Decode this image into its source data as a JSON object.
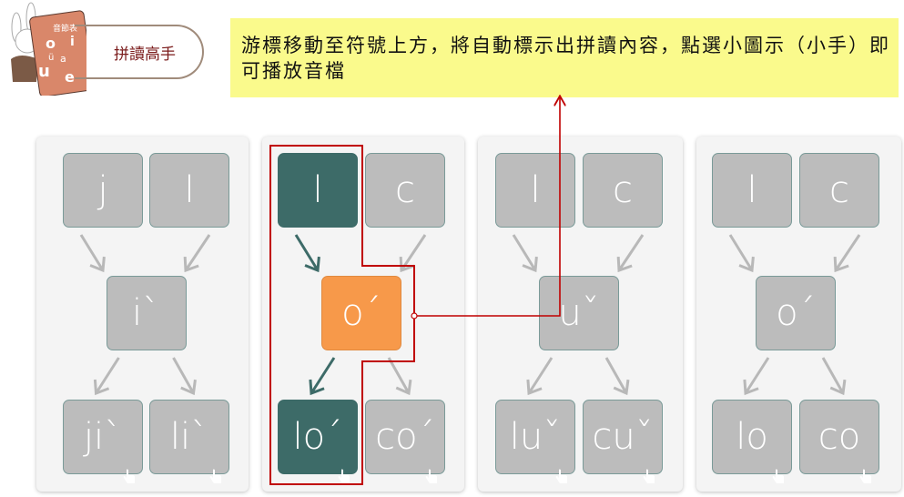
{
  "header": {
    "title": "拼讀高手",
    "logo_text": "音節表",
    "logo_letters": [
      "o",
      "i",
      "ü",
      "a",
      "u",
      "e"
    ]
  },
  "instruction": "游標移動至符號上方，將自動標示出拼讀內容，點選小圖示（小手）即可播放音檔",
  "colors": {
    "dark": "#3d6b68",
    "orange": "#f7994a",
    "gray": "#bcbcbc",
    "highlight": "#c00000",
    "callout": "#fafa8c"
  },
  "columns": [
    {
      "top": [
        "j",
        "l"
      ],
      "middle": "i`",
      "bottom": [
        "ji`",
        "li`"
      ],
      "active": false
    },
    {
      "top": [
        "l",
        "c"
      ],
      "middle": "o´",
      "bottom": [
        "lo´",
        "co´"
      ],
      "active": true
    },
    {
      "top": [
        "l",
        "c"
      ],
      "middle": "uˇ",
      "bottom": [
        "luˇ",
        "cuˇ"
      ],
      "active": false
    },
    {
      "top": [
        "l",
        "c"
      ],
      "middle": "o´",
      "bottom": [
        "lo",
        "co"
      ],
      "active": false
    }
  ]
}
